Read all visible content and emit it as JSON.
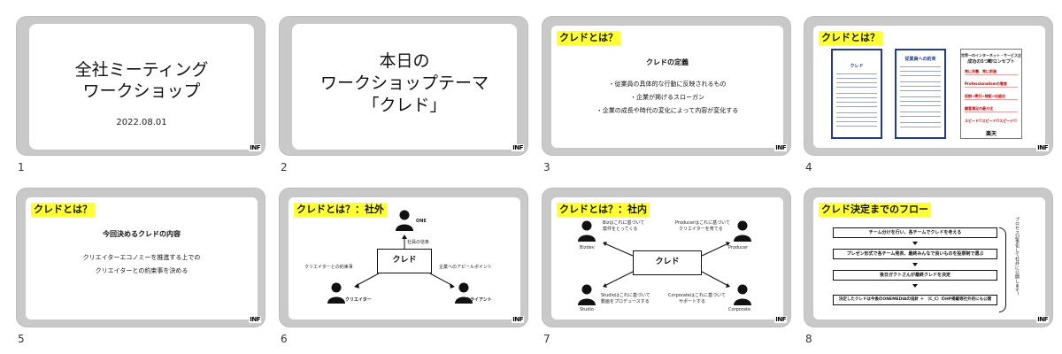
{
  "slides": [
    {
      "number": "1",
      "title_lines": [
        "全社ミーティング",
        "ワークショップ"
      ],
      "date": "2022.08.01",
      "logo": "INF"
    },
    {
      "number": "2",
      "title_lines": [
        "本日の",
        "ワークショップテーマ",
        "「クレド」"
      ],
      "logo": "INF"
    },
    {
      "number": "3",
      "heading": "クレドとは？",
      "subheading": "クレドの定義",
      "bullets": [
        "・従業員の具体的な行動に反映されるもの",
        "・企業が掲げるスローガン",
        "・企業の成長や時代の変化によって内容が変化する"
      ],
      "logo": "INF"
    },
    {
      "number": "4",
      "heading": "クレドとは？",
      "posters": {
        "p1_title": "クレド",
        "p2_title": "従業員への約束",
        "p3_title_1": "世界一のインターネット・サービス企業へ",
        "p3_title_2": "成功の5つのコンセプト",
        "p3_items": [
          "常に改善、常に前進",
          "Professionalismの徹底",
          "仮説→実行→検証→仕組化",
          "顧客満足の最大化",
          "スピード!!スピード!!スピード!!"
        ],
        "p3_brand": "楽天"
      },
      "logo": "INF"
    },
    {
      "number": "5",
      "heading": "クレドとは？",
      "subheading": "今回決めるクレドの内容",
      "lines": [
        "クリエイターエコノミーを推進する上での",
        "クリエイターとの約束事を決める"
      ],
      "logo": "INF"
    },
    {
      "number": "6",
      "heading": "クレドとは？：社外",
      "center": "クレド",
      "top_label": "ONE",
      "top_caption": "社員の信条",
      "left_caption": "クリエイターとの約束事",
      "right_caption": "企業へのアピールポイント",
      "left_label": "クリエイター",
      "right_label": "クライアント",
      "logo": "INF"
    },
    {
      "number": "7",
      "heading": "クレドとは？：社内",
      "center": "クレド",
      "tl_text": [
        "Bizはこれに基づいて",
        "案件をとってくる"
      ],
      "tr_text": [
        "Producerはこれに基づいて",
        "クリエイターを育てる"
      ],
      "bl_text": [
        "Studioはこれに基づいて",
        "動画をプロデュースする"
      ],
      "br_text": [
        "Corporateはこれに基づいて",
        "サポートする"
      ],
      "tl_label": "Bizdev",
      "tr_label": "Producer",
      "bl_label": "Studio",
      "br_label": "Corporate",
      "logo": "INF"
    },
    {
      "number": "8",
      "heading": "クレド決定までのフロー",
      "steps": [
        "チーム分けを行い、各チームでクレドを考える",
        "プレゼン形式で各チーム発表、最終みんなで良いものを投票制で選ぶ",
        "後日ガクトさんが最終クレドを決定",
        "決定したクレドは今後のONEMEDIAの指針 ＋ （C_C）のHP掲載等社外的にも公開"
      ],
      "side_note": "プロセス記事化して社外に公開します！",
      "logo": "INF"
    }
  ]
}
